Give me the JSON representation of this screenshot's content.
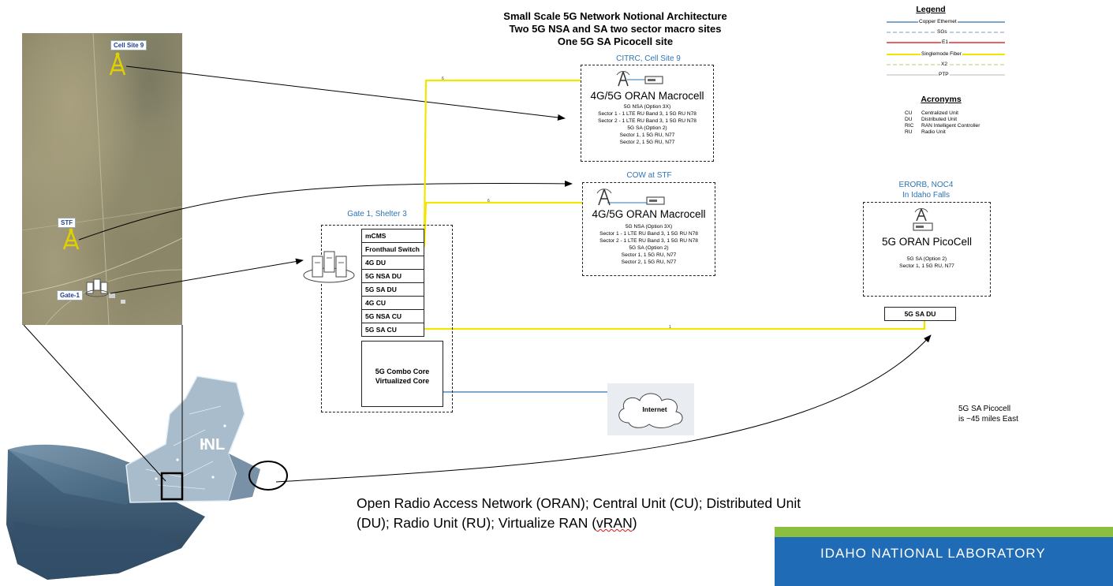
{
  "title": {
    "line1": "Small Scale 5G Network Notional Architecture",
    "line2": "Two 5G NSA and SA two sector macro sites",
    "line3": "One 5G SA Picocell site"
  },
  "map_labels": {
    "cell_site_9": "Cell Site 9",
    "stf": "STF",
    "gate_1": "Gate-1",
    "inl": "INL"
  },
  "gate_shelter": {
    "label": "Gate 1, Shelter 3",
    "stack": [
      "mCMS",
      "Fronthaul Switch",
      "4G DU",
      "5G NSA DU",
      "5G SA DU",
      "4G CU",
      "5G NSA CU",
      "5G SA CU"
    ],
    "core_line1": "5G Combo Core",
    "core_line2": "Virtualized Core"
  },
  "site_citrc": {
    "header": "CITRC, Cell Site 9",
    "title": "4G/5G ORAN Macrocell",
    "details": [
      "5G NSA (Option 3X)",
      "Sector 1 - 1 LTE RU Band 3,  1 5G RU N78",
      "Sector 2 - 1 LTE RU Band 3,  1 5G RU N78",
      "5G SA (Option 2)",
      "Sector 1,  1 5G RU,  N77",
      "Sector 2,  1 5G RU,  N77"
    ]
  },
  "site_cow": {
    "header": "COW at STF",
    "title": "4G/5G ORAN Macrocell",
    "details": [
      "5G NSA (Option 3X)",
      "Sector 1 - 1 LTE RU Band 3,  1 5G RU N78",
      "Sector 2 - 1 LTE RU Band 3,  1 5G RU N78",
      "5G SA (Option 2)",
      "Sector 1,  1 5G RU,  N77",
      "Sector 2,  1 5G RU,  N77"
    ]
  },
  "site_erorb": {
    "header_line1": "ERORB, NOC4",
    "header_line2": "In Idaho Falls",
    "title": "5G ORAN PicoCell",
    "details": [
      "5G SA (Option 2)",
      "Sector 1,  1 5G RU,  N77"
    ],
    "du_label": "5G SA DU"
  },
  "fiber_labels": {
    "citrc": "6",
    "cow": "6",
    "pico": "1"
  },
  "internet": "Internet",
  "legend": {
    "title": "Legend",
    "items": [
      {
        "label": "Copper Ethernet",
        "color": "#2e74b5",
        "dash": ""
      },
      {
        "label": "SGs",
        "color": "#7f97c9",
        "dash": "5,3"
      },
      {
        "label": "E1",
        "color": "#e03030",
        "dash": ""
      },
      {
        "label": "Singlemode Fiber",
        "color": "#f2e600",
        "dash": ""
      },
      {
        "label": "X2",
        "color": "#b8cc7a",
        "dash": "5,3"
      },
      {
        "label": "PTP",
        "color": "#c8c8c8",
        "dash": ""
      }
    ]
  },
  "acronyms": {
    "title": "Acronyms",
    "items": [
      {
        "code": "CU",
        "desc": "Centralized Unit"
      },
      {
        "code": "DU",
        "desc": "Distributed Unit"
      },
      {
        "code": "RIC",
        "desc": "RAN Intelligent Controller"
      },
      {
        "code": "RU",
        "desc": "Radio Unit"
      }
    ]
  },
  "note": {
    "line1": "5G SA Picocell",
    "line2": "is ~45 miles East"
  },
  "caption": {
    "line1": "Open Radio Access Network (ORAN); Central Unit (CU); Distributed Unit",
    "line2_pre": "(DU); Radio Unit (RU); Virtualize RAN (",
    "line2_word": "vRAN",
    "line2_post": ")"
  },
  "footer": "IDAHO NATIONAL LABORATORY"
}
